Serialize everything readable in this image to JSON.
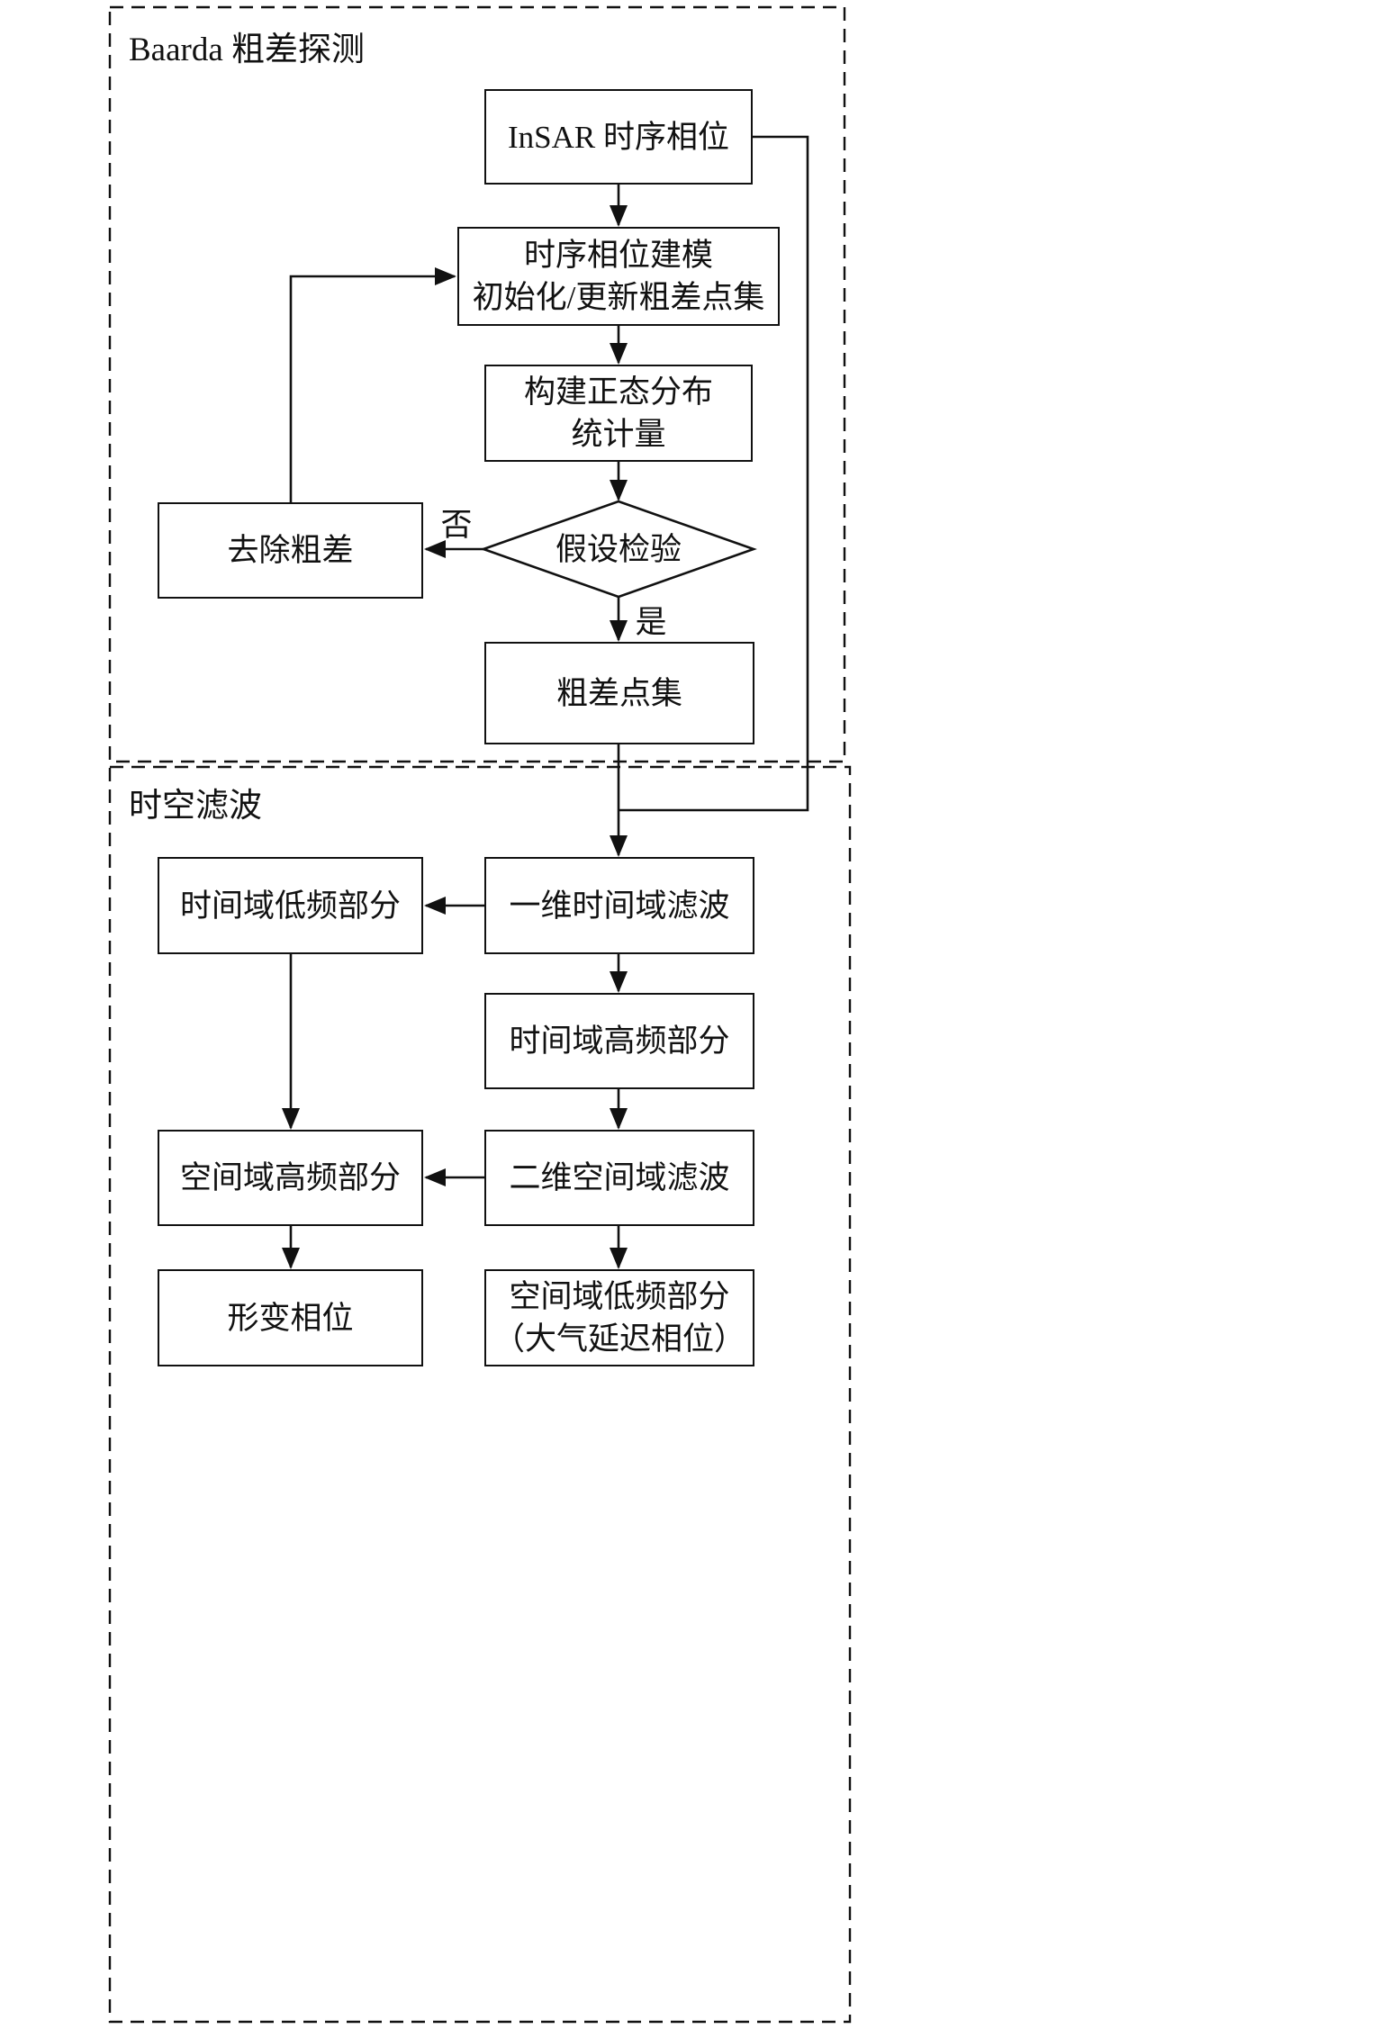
{
  "sections": {
    "baarda": {
      "title": "Baarda 粗差探测"
    },
    "filtering": {
      "title": "时空滤波"
    }
  },
  "nodes": {
    "insar": {
      "label": "InSAR 时序相位"
    },
    "modeling": {
      "label": "时序相位建模\n初始化/更新粗差点集"
    },
    "normal_stat": {
      "label": "构建正态分布\n统计量"
    },
    "hypothesis": {
      "label": "假设检验"
    },
    "remove_error": {
      "label": "去除粗差"
    },
    "gross_set": {
      "label": "粗差点集"
    },
    "temporal_filter": {
      "label": "一维时间域滤波"
    },
    "temporal_low": {
      "label": "时间域低频部分"
    },
    "temporal_high": {
      "label": "时间域高频部分"
    },
    "spatial_filter": {
      "label": "二维空间域滤波"
    },
    "spatial_high": {
      "label": "空间域高频部分"
    },
    "deformation": {
      "label": "形变相位"
    },
    "spatial_low": {
      "label": "空间域低频部分\n（大气延迟相位）"
    }
  },
  "edge_labels": {
    "no": "否",
    "yes": "是"
  },
  "colors": {
    "line": "#111111",
    "background": "#ffffff",
    "box_fill": "#ffffff"
  }
}
